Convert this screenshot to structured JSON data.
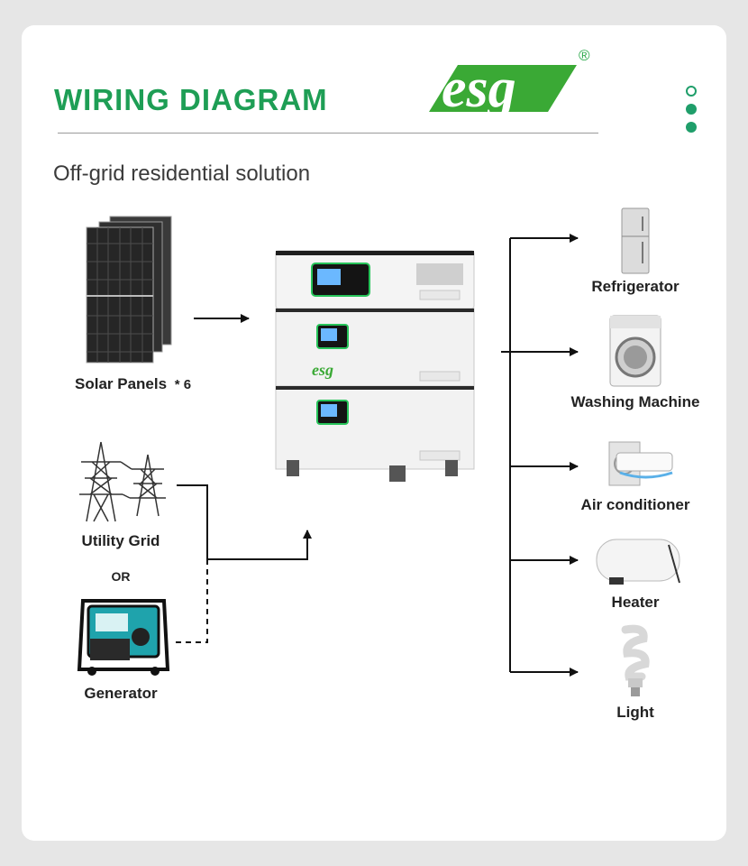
{
  "header": {
    "title": "WIRING DIAGRAM",
    "logo_text": "esg",
    "registered_mark": "®"
  },
  "subtitle": "Off-grid residential solution",
  "sources": {
    "solar": {
      "label": "Solar Panels",
      "count": "* 6"
    },
    "grid": {
      "label": "Utility Grid"
    },
    "or": "OR",
    "generator": {
      "label": "Generator"
    }
  },
  "battery": {
    "brand": "esg"
  },
  "loads": [
    {
      "label": "Refrigerator",
      "icon": "refrigerator-icon"
    },
    {
      "label": "Washing Machine",
      "icon": "washing-machine-icon"
    },
    {
      "label": "Air conditioner",
      "icon": "air-conditioner-icon"
    },
    {
      "label": "Heater",
      "icon": "heater-icon"
    },
    {
      "label": "Light",
      "icon": "light-bulb-icon"
    }
  ],
  "colors": {
    "title_green": "#1e9e55",
    "logo_green": "#3aa935",
    "accent": "#1f9e6a",
    "line": "#111111"
  }
}
